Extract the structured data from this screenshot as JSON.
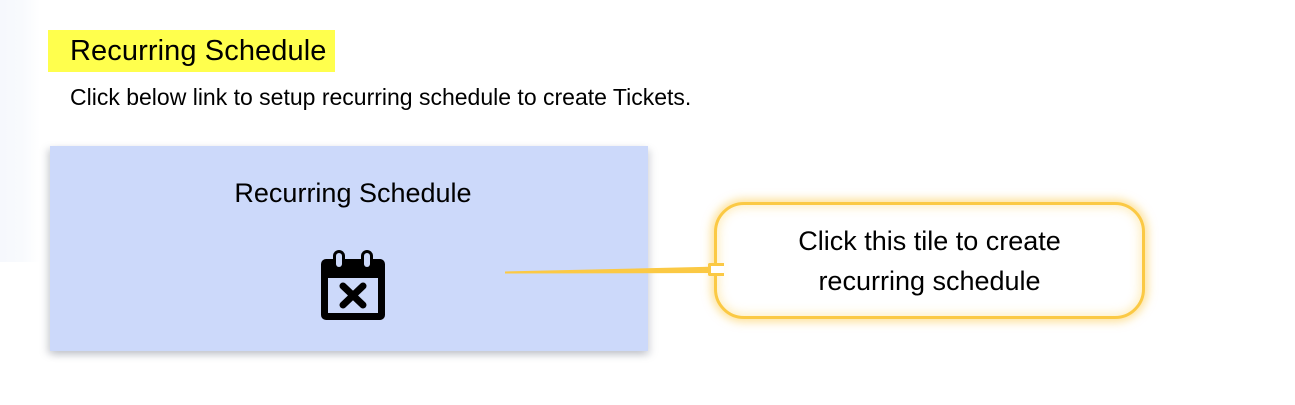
{
  "page": {
    "title": "Recurring Schedule",
    "subtitle": "Click below link to setup recurring schedule to create Tickets.",
    "title_highlight_color": "#FFFF4D"
  },
  "tile": {
    "label": "Recurring Schedule",
    "icon": "calendar-x-icon",
    "background_color": "#CCD9FA"
  },
  "callout": {
    "line1": "Click this tile to create",
    "line2": "recurring schedule",
    "border_color": "#FBC944",
    "fill_color": "#FFFFFF"
  },
  "connector": {
    "color": "#FBC944"
  }
}
